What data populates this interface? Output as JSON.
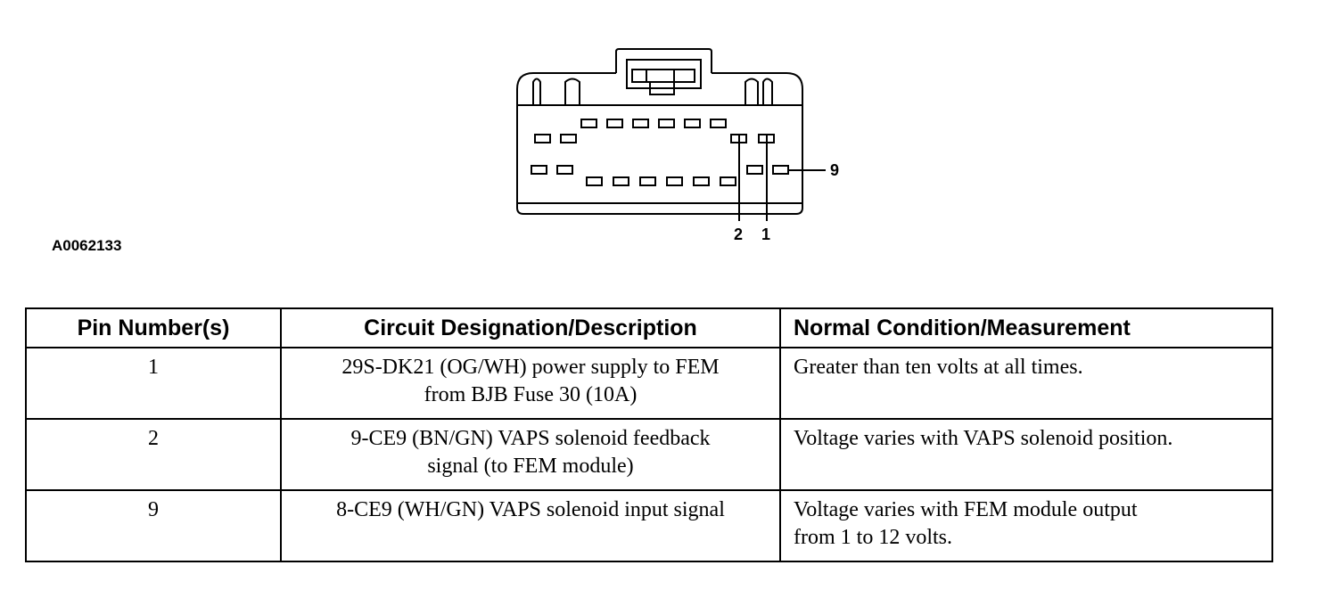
{
  "figure": {
    "id": "A0062133",
    "pin_labels": [
      "2",
      "1",
      "9"
    ]
  },
  "table": {
    "headers": [
      "Pin Number(s)",
      "Circuit Designation/Description",
      "Normal Condition/Measurement"
    ],
    "rows": [
      {
        "pin": "1",
        "circuit_line1": "29S-DK21 (OG/WH) power supply to FEM",
        "circuit_line2": "from BJB Fuse 30 (10A)",
        "condition_line1": "Greater than ten volts at all times.",
        "condition_line2": ""
      },
      {
        "pin": "2",
        "circuit_line1": "9-CE9 (BN/GN) VAPS solenoid feedback",
        "circuit_line2": "signal (to FEM module)",
        "condition_line1": "Voltage varies with VAPS solenoid position.",
        "condition_line2": ""
      },
      {
        "pin": "9",
        "circuit_line1": "8-CE9 (WH/GN) VAPS solenoid input signal",
        "circuit_line2": "",
        "condition_line1": "Voltage varies with FEM module output",
        "condition_line2": "from 1 to 12 volts."
      }
    ]
  }
}
